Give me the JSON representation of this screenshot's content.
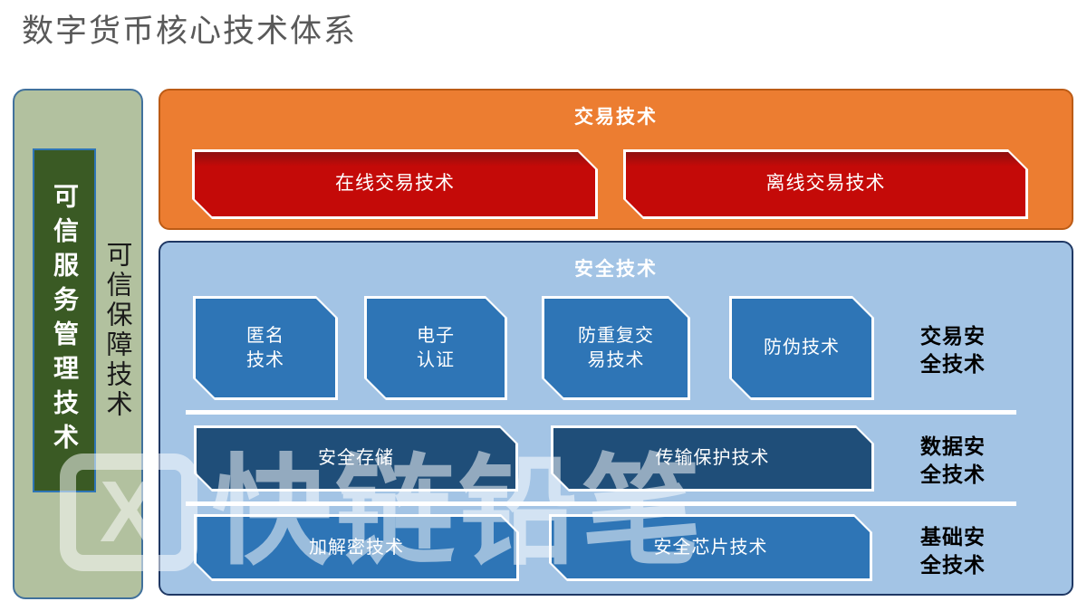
{
  "page": {
    "title": "数字货币核心技术体系"
  },
  "left_panel": {
    "inner_label": "可信服务管理技术",
    "outer_label": "可信保障技术"
  },
  "transaction_panel": {
    "title": "交易技术",
    "items": [
      "在线交易技术",
      "离线交易技术"
    ]
  },
  "security_panel": {
    "title": "安全技术",
    "rows": [
      {
        "label": "交易安\n全技术",
        "items": [
          "匿名\n技术",
          "电子\n认证",
          "防重复交\n易技术",
          "防伪技术"
        ]
      },
      {
        "label": "数据安\n全技术",
        "items": [
          "安全存储",
          "传输保护技术"
        ]
      },
      {
        "label": "基础安\n全技术",
        "items": [
          "加解密技术",
          "安全芯片技术"
        ]
      }
    ]
  },
  "watermark": {
    "logo": "X",
    "text": "快链铅笔"
  },
  "colors": {
    "title_gray": "#595959",
    "accent_orange": "#EC7D31",
    "orange_border": "#BC5B15",
    "accent_red": "#C40A08",
    "panel_blue": "#A3C4E5",
    "panel_blue_border": "#1F3864",
    "shape_blue": "#2E75B6",
    "shape_navy": "#1F4E79",
    "panel_green": "#B2C19F",
    "panel_green_border": "#41719C",
    "bar_green": "#3A5A24",
    "divider_white": "#FFFFFF"
  }
}
